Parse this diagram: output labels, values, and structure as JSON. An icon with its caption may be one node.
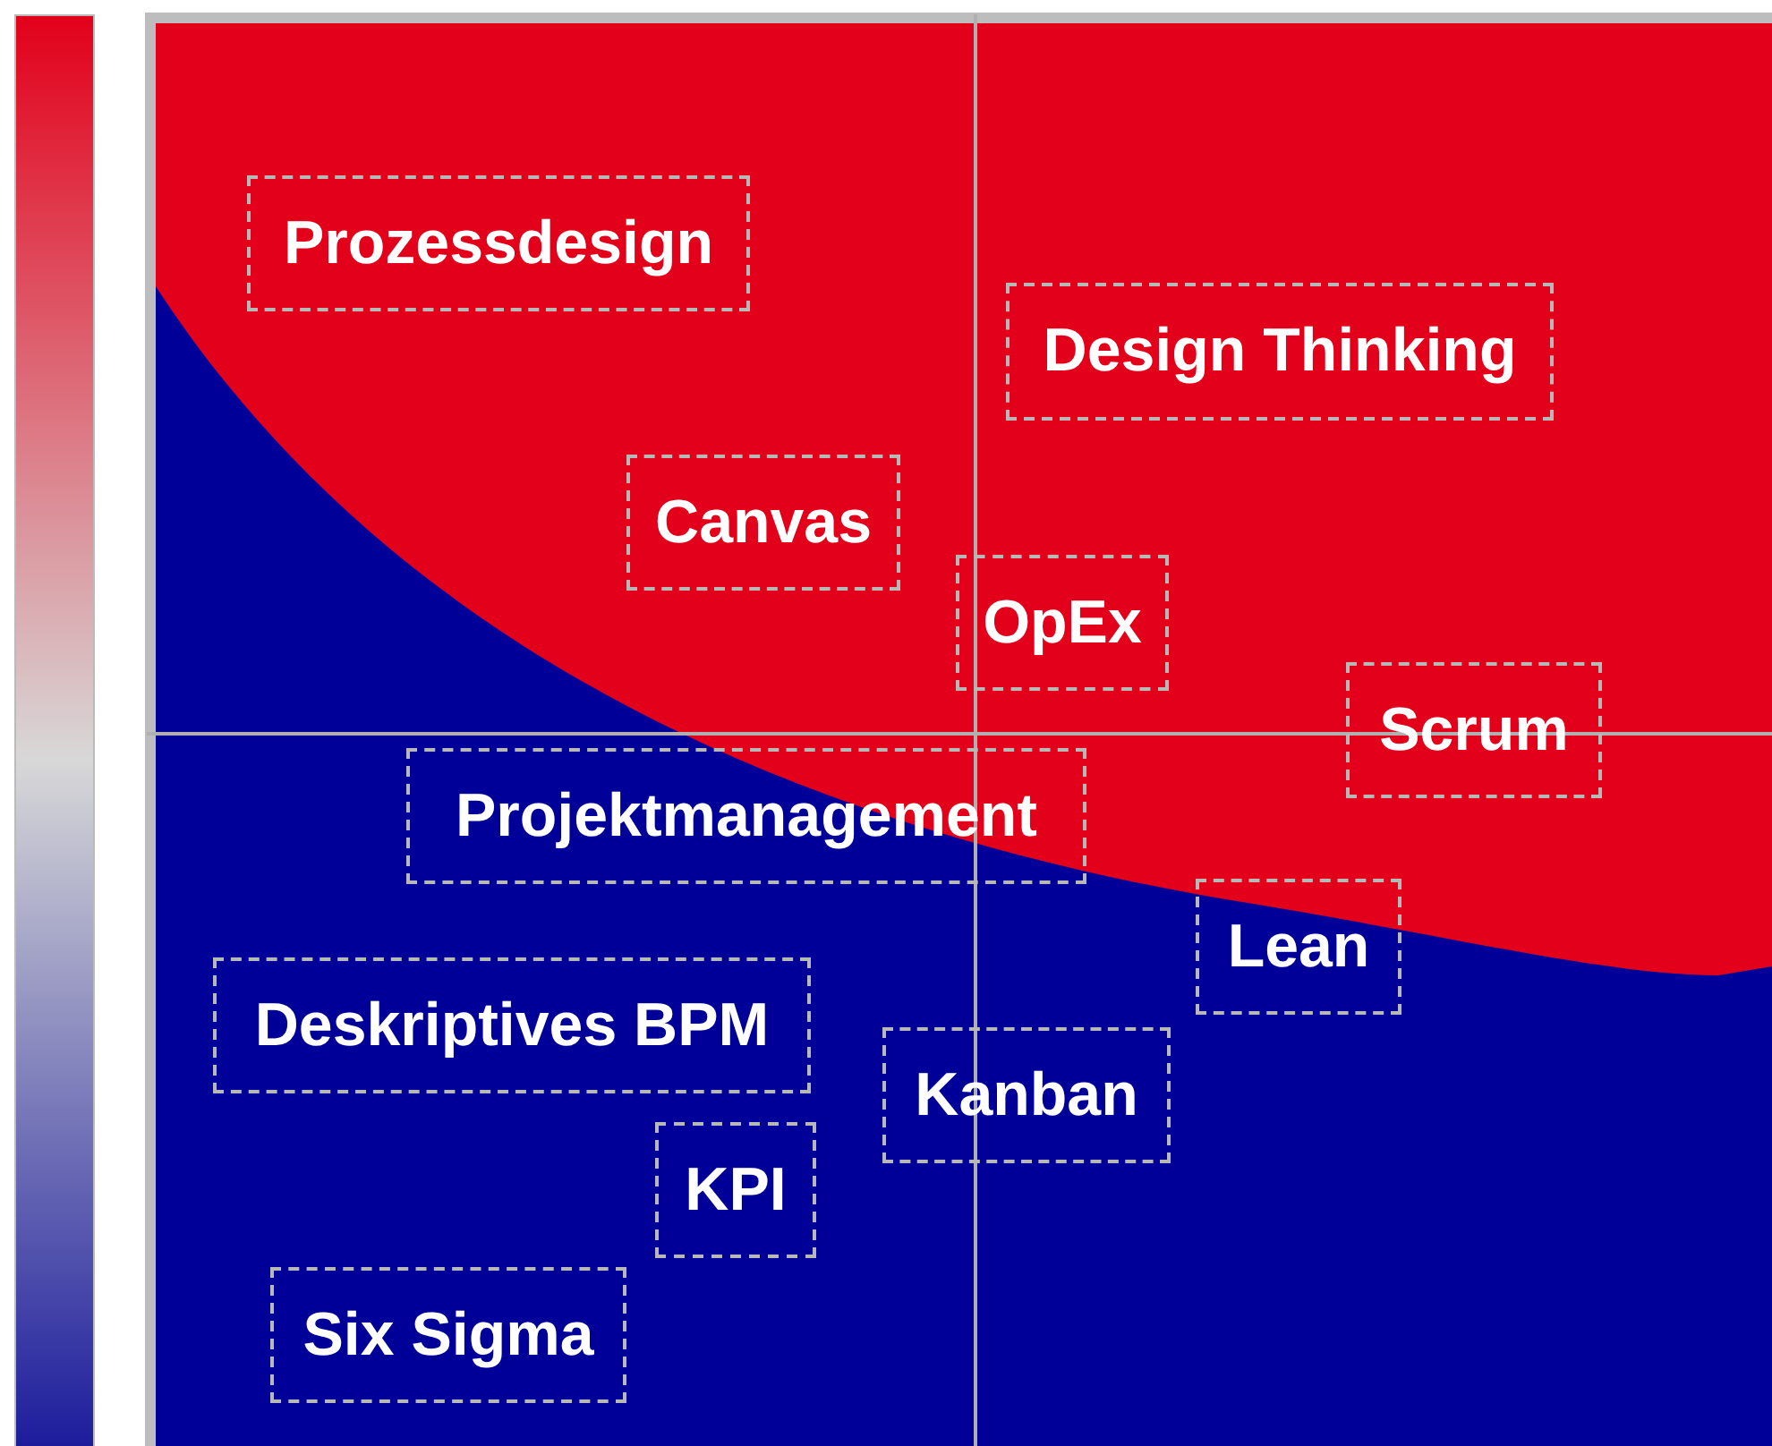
{
  "diagram": {
    "nodes": [
      {
        "text": [
          "Prozessdesign"
        ]
      },
      {
        "text": [
          "Design Thinking"
        ]
      },
      {
        "text": [
          "Canvas"
        ]
      },
      {
        "text": [
          "OpEx"
        ]
      },
      {
        "text": [
          "Scrum"
        ]
      },
      {
        "text": [
          "Projektmanagement"
        ]
      },
      {
        "text": [
          "Lean"
        ]
      },
      {
        "text": [
          "Deskriptives BPM"
        ]
      },
      {
        "text": [
          "Kanban"
        ]
      },
      {
        "text": [
          "KPI"
        ]
      },
      {
        "text": [
          "Six Sigma"
        ]
      }
    ],
    "edges": []
  }
}
